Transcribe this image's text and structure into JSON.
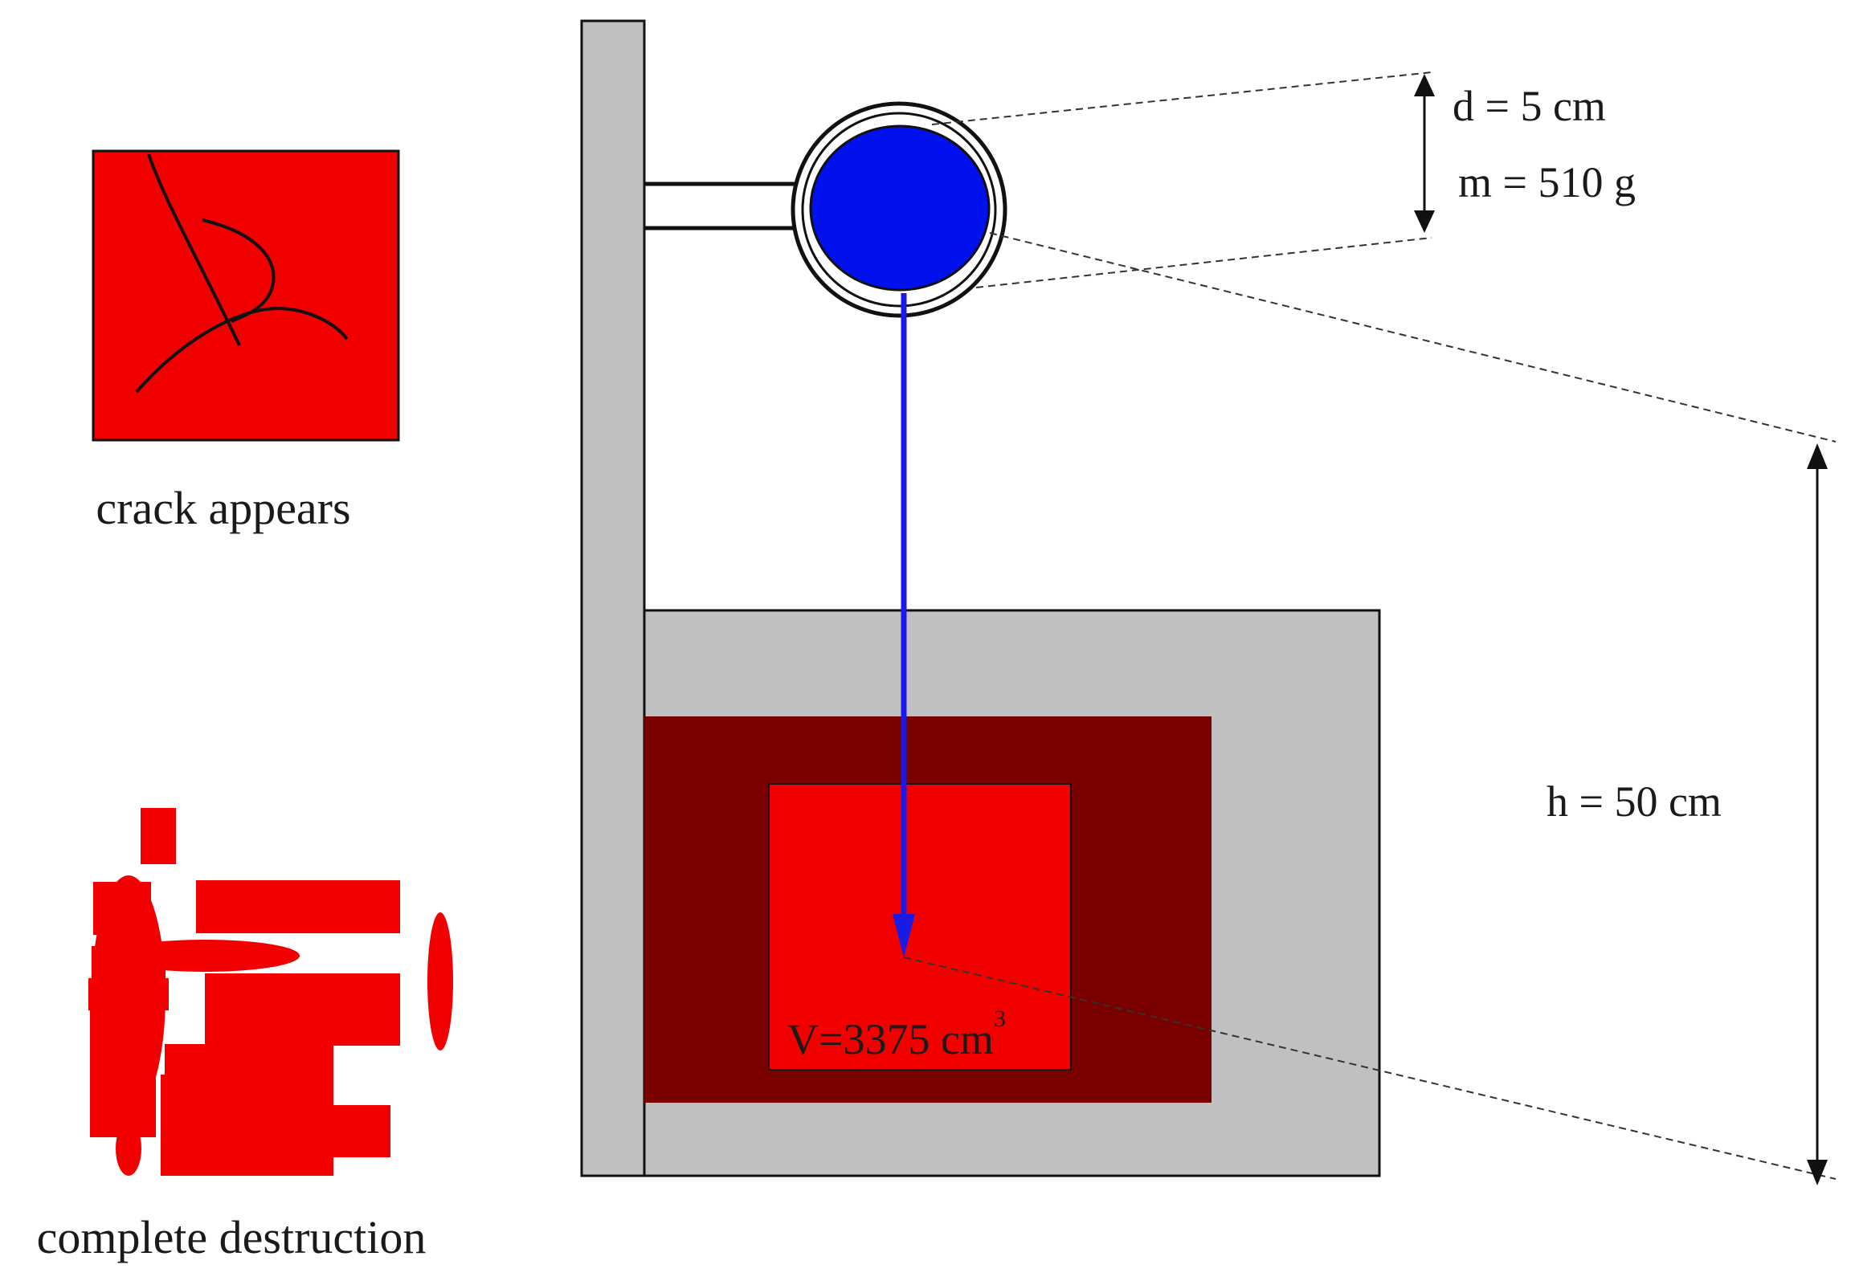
{
  "labels": {
    "crack": "crack appears",
    "destruction": "complete destruction",
    "diameter": "d = 5 cm",
    "mass": "m = 510 g",
    "height": "h = 50 cm",
    "volume_base": "V=3375 cm",
    "volume_exp": "3"
  },
  "colors": {
    "sample_red": "#f20000",
    "chamber_dark_red": "#7a0000",
    "frame_gray": "#c0c0c0",
    "ball_blue": "#0011ee",
    "drop_line_blue": "#1a1ae6",
    "outline": "#111111"
  }
}
